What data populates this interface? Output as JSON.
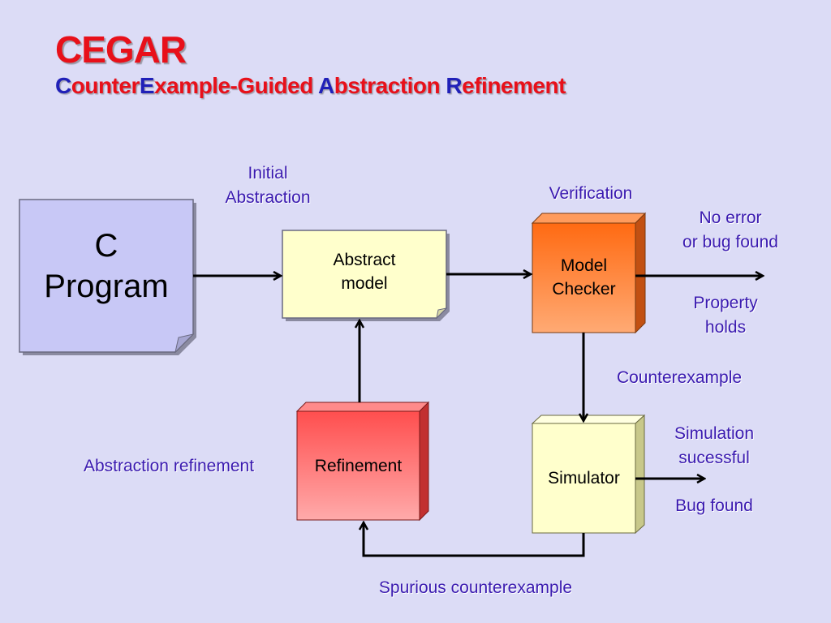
{
  "title": "CEGAR",
  "subtitle": {
    "parts": [
      {
        "text": "C",
        "initial": true
      },
      {
        "text": "ounter",
        "initial": false
      },
      {
        "text": "E",
        "initial": true
      },
      {
        "text": "xample-Guided ",
        "initial": false
      },
      {
        "text": "A",
        "initial": true
      },
      {
        "text": "bstraction ",
        "initial": false
      },
      {
        "text": "R",
        "initial": true
      },
      {
        "text": "efinement",
        "initial": false
      }
    ]
  },
  "colors": {
    "background": "#dcdcf6",
    "title": "#e8101a",
    "title_initials": "#2020b8",
    "label_text": "#3a1ab0",
    "c_program_fill": "#c8c8f6",
    "abstract_model_fill": "#ffffcc",
    "model_checker_fill": "#ff7a2a",
    "refinement_fill": "#ff6a6a",
    "simulator_fill": "#ffffcc"
  },
  "nodes": {
    "c_program": {
      "line1": "C",
      "line2": "Program"
    },
    "abstract_model": {
      "line1": "Abstract",
      "line2": "model"
    },
    "model_checker": {
      "line1": "Model",
      "line2": "Checker"
    },
    "refinement": {
      "label": "Refinement"
    },
    "simulator": {
      "label": "Simulator"
    }
  },
  "labels": {
    "initial_abstraction": {
      "line1": "Initial",
      "line2": "Abstraction"
    },
    "verification": "Verification",
    "no_error": {
      "line1": "No error",
      "line2": "or bug found"
    },
    "property_holds": {
      "line1": "Property",
      "line2": "holds"
    },
    "counterexample": "Counterexample",
    "simulation_successful": {
      "line1": "Simulation",
      "line2": "sucessful"
    },
    "bug_found": "Bug found",
    "abstraction_refinement": "Abstraction refinement",
    "spurious_counterexample": "Spurious counterexample"
  }
}
